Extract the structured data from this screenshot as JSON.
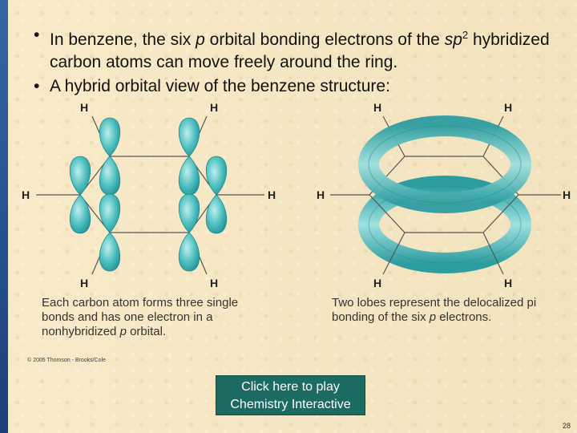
{
  "bullets": [
    {
      "part1": "In benzene, the six ",
      "p": "p",
      "part2": " orbital bonding electrons of the ",
      "sp": "sp",
      "sup": "2",
      "part3": " hybridized carbon atoms can move freely around the ring."
    },
    {
      "text": "A hybrid orbital view of the benzene structure:"
    }
  ],
  "figure": {
    "left_labels": {
      "h_top_left": "H",
      "h_top_right": "H",
      "h_mid_left": "H",
      "h_mid_right": "H",
      "h_bot_left": "H",
      "h_bot_right": "H"
    },
    "right_labels": {
      "h_top_left": "H",
      "h_top_right": "H",
      "h_mid_left": "H",
      "h_mid_right": "H",
      "h_bot_left": "H",
      "h_bot_right": "H"
    },
    "orbital_color": "#3fb3b5",
    "caption_left": {
      "line1": "Each carbon atom forms three single",
      "line2": "bonds and has one electron in a",
      "line3_pre": "nonhybridized ",
      "line3_p": "p",
      "line3_post": " orbital."
    },
    "caption_right": {
      "line1": "Two lobes represent the delocalized pi",
      "line2_pre": "bonding of the six ",
      "line2_p": "p",
      "line2_post": " electrons."
    },
    "copyright": "© 2005 Thomson - Brooks/Cole"
  },
  "play_button": {
    "line1": "Click here to play",
    "line2": "Chemistry Interactive"
  },
  "page_number": "28"
}
